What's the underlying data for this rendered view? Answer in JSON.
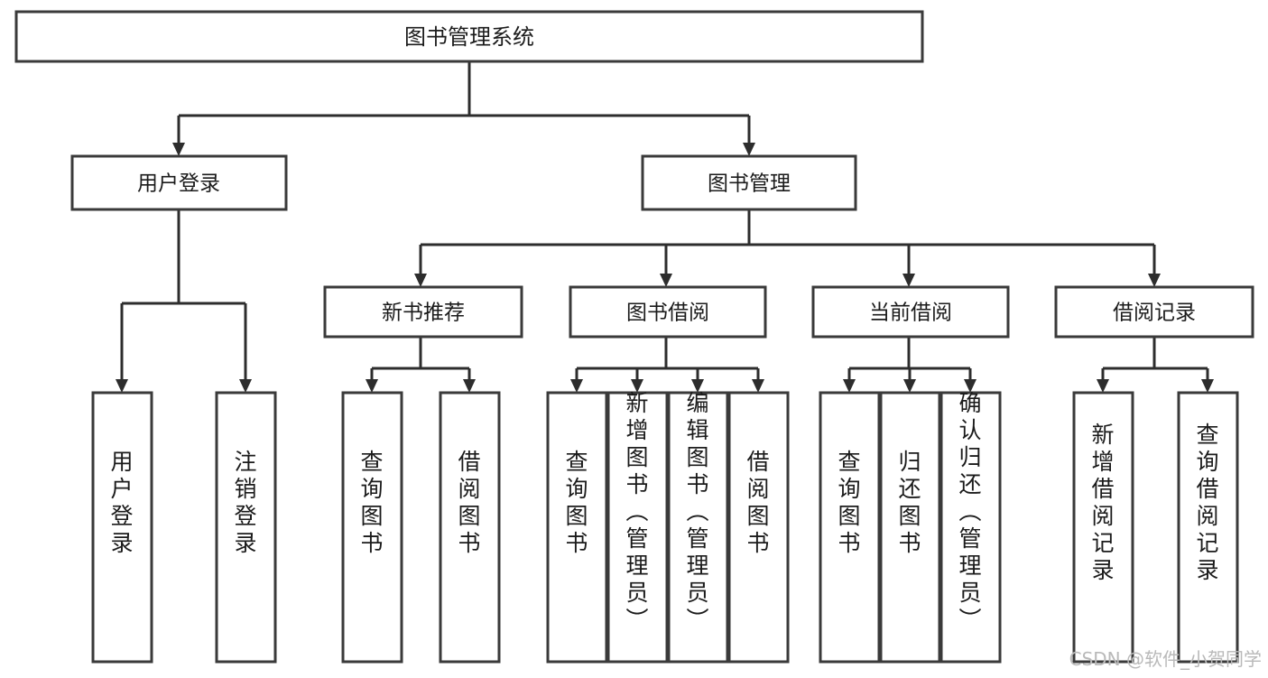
{
  "diagram": {
    "type": "tree-hierarchy",
    "title": "图书管理系统",
    "root": {
      "id": "root",
      "label": "图书管理系统",
      "orientation": "horizontal"
    },
    "level2": [
      {
        "id": "user-login",
        "label": "用户登录",
        "orientation": "horizontal"
      },
      {
        "id": "book-manage",
        "label": "图书管理",
        "orientation": "horizontal"
      }
    ],
    "level3": [
      {
        "id": "new-book-rec",
        "label": "新书推荐",
        "orientation": "horizontal"
      },
      {
        "id": "book-borrow",
        "label": "图书借阅",
        "orientation": "horizontal"
      },
      {
        "id": "current-borrow",
        "label": "当前借阅",
        "orientation": "horizontal"
      },
      {
        "id": "borrow-record",
        "label": "借阅记录",
        "orientation": "horizontal"
      }
    ],
    "leaves": {
      "user-login": [
        {
          "id": "leaf-user-login",
          "label": "用户登录",
          "orientation": "vertical"
        },
        {
          "id": "leaf-logout",
          "label": "注销登录",
          "orientation": "vertical"
        }
      ],
      "new-book-rec": [
        {
          "id": "leaf-query-book-1",
          "label": "查询图书",
          "orientation": "vertical"
        },
        {
          "id": "leaf-borrow-book-1",
          "label": "借阅图书",
          "orientation": "vertical"
        }
      ],
      "book-borrow": [
        {
          "id": "leaf-query-book-2",
          "label": "查询图书",
          "orientation": "vertical"
        },
        {
          "id": "leaf-add-book",
          "label": "新增图书（管理员）",
          "orientation": "vertical"
        },
        {
          "id": "leaf-edit-book",
          "label": "编辑图书（管理员）",
          "orientation": "vertical"
        },
        {
          "id": "leaf-borrow-book-2",
          "label": "借阅图书",
          "orientation": "vertical"
        }
      ],
      "current-borrow": [
        {
          "id": "leaf-query-book-3",
          "label": "查询图书",
          "orientation": "vertical"
        },
        {
          "id": "leaf-return-book",
          "label": "归还图书",
          "orientation": "vertical"
        },
        {
          "id": "leaf-confirm-return",
          "label": "确认归还（管理员）",
          "orientation": "vertical"
        }
      ],
      "borrow-record": [
        {
          "id": "leaf-add-record",
          "label": "新增借阅记录",
          "orientation": "vertical"
        },
        {
          "id": "leaf-query-record",
          "label": "查询借阅记录",
          "orientation": "vertical"
        }
      ]
    },
    "colors": {
      "background": "#ffffff",
      "box_fill": "#ffffff",
      "box_stroke": "#3a3a3a",
      "connector": "#2d2d2d",
      "text": "#1b1b1b",
      "watermark": "#b9b9b9"
    }
  },
  "watermark": {
    "text": "CSDN @软件_小贺同学"
  }
}
